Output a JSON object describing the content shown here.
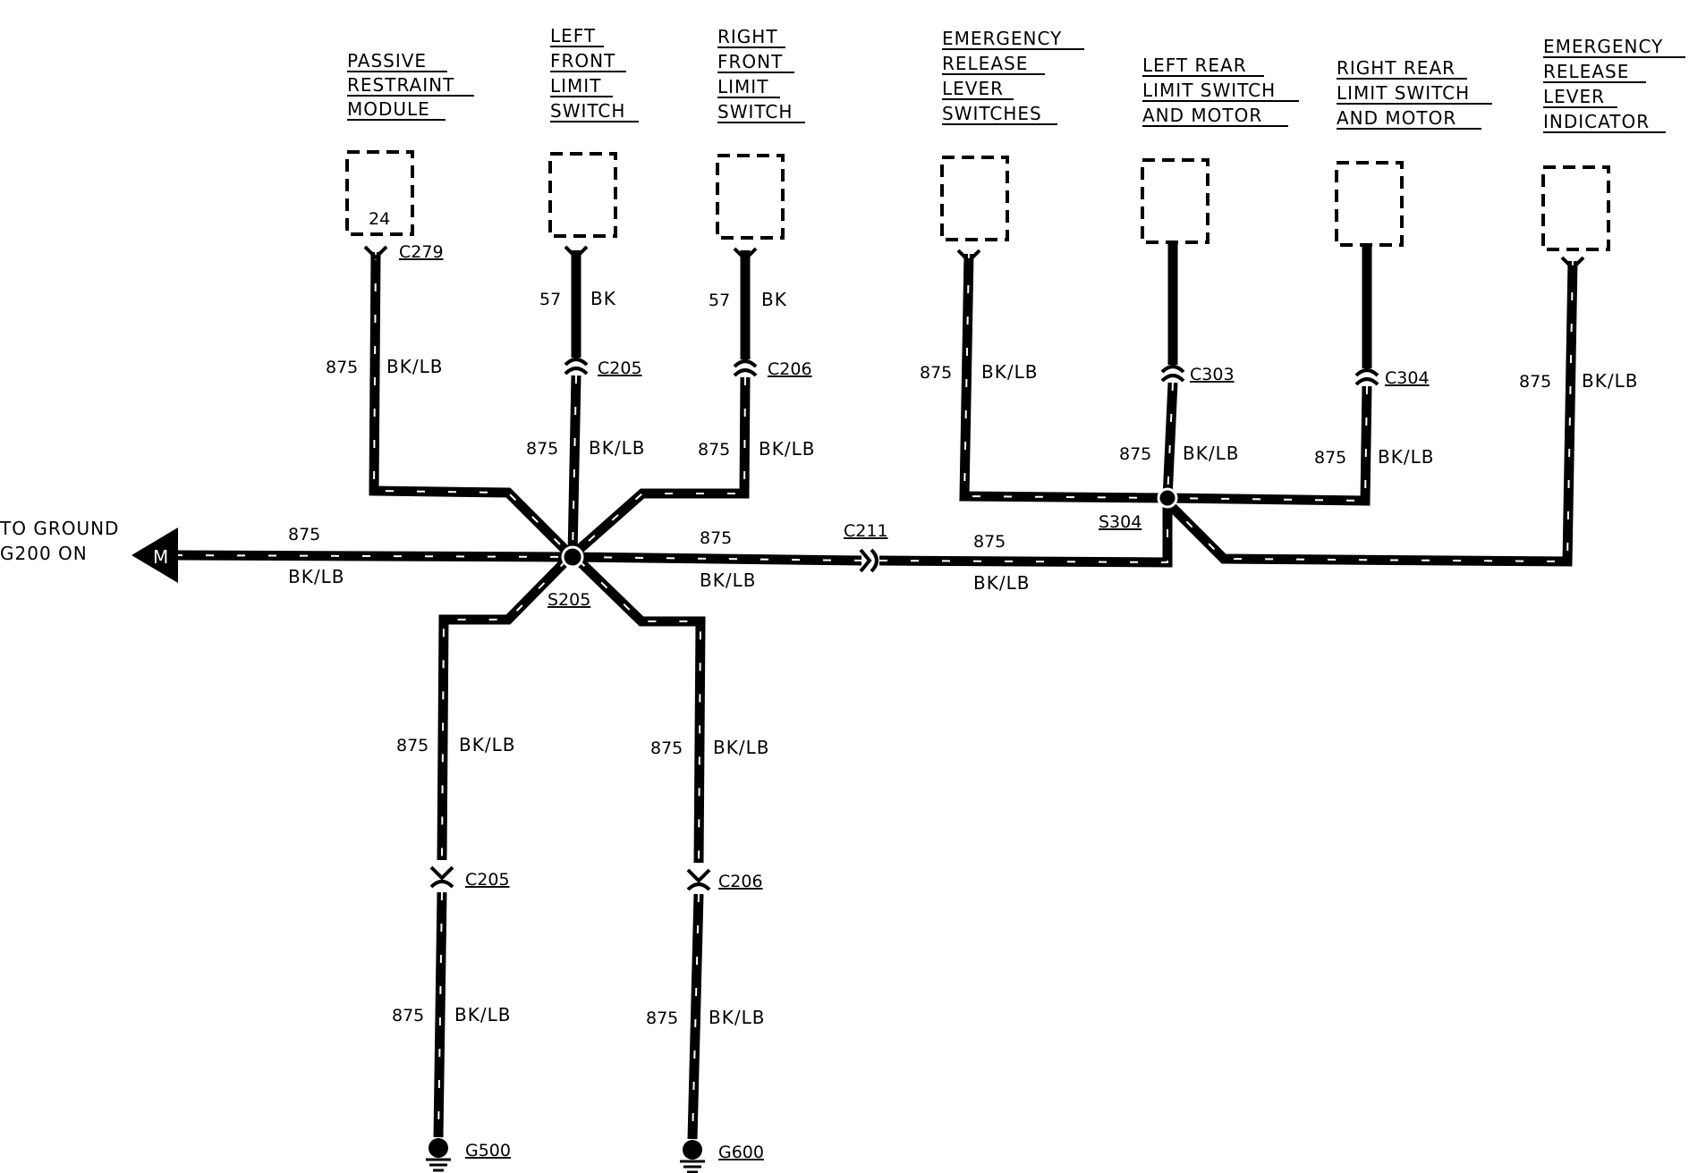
{
  "components": [
    {
      "id": "prm",
      "lines": [
        "PASSIVE",
        "RESTRAINT",
        "MODULE"
      ],
      "pin": "24",
      "connector": "C279"
    },
    {
      "id": "lfls",
      "lines": [
        "LEFT",
        "FRONT",
        "LIMIT",
        "SWITCH"
      ]
    },
    {
      "id": "rfls",
      "lines": [
        "RIGHT",
        "FRONT",
        "LIMIT",
        "SWITCH"
      ]
    },
    {
      "id": "erls",
      "lines": [
        "EMERGENCY",
        "RELEASE",
        "LEVER",
        "SWITCHES"
      ]
    },
    {
      "id": "lrls",
      "lines": [
        "LEFT REAR",
        "LIMIT SWITCH",
        "AND MOTOR"
      ]
    },
    {
      "id": "rrls",
      "lines": [
        "RIGHT REAR",
        "LIMIT SWITCH",
        "AND MOTOR"
      ]
    },
    {
      "id": "erli",
      "lines": [
        "EMERGENCY",
        "RELEASE",
        "LEVER",
        "INDICATOR"
      ]
    }
  ],
  "wire_labels": [
    {
      "circuit": "875",
      "color": "BK/LB"
    },
    {
      "circuit": "57",
      "color": "BK"
    }
  ],
  "connectors": [
    "C279",
    "C205",
    "C206",
    "C303",
    "C304",
    "C211",
    "C205",
    "C206"
  ],
  "splices": [
    "S205",
    "S304"
  ],
  "grounds": [
    "G500",
    "G600"
  ],
  "ground_ref": {
    "line1": "TO GROUND",
    "line2": "G200 ON",
    "symbol": "M"
  },
  "colors": {
    "wire": "#000000",
    "stripe": "#ffffff",
    "background": "#ffffff"
  }
}
